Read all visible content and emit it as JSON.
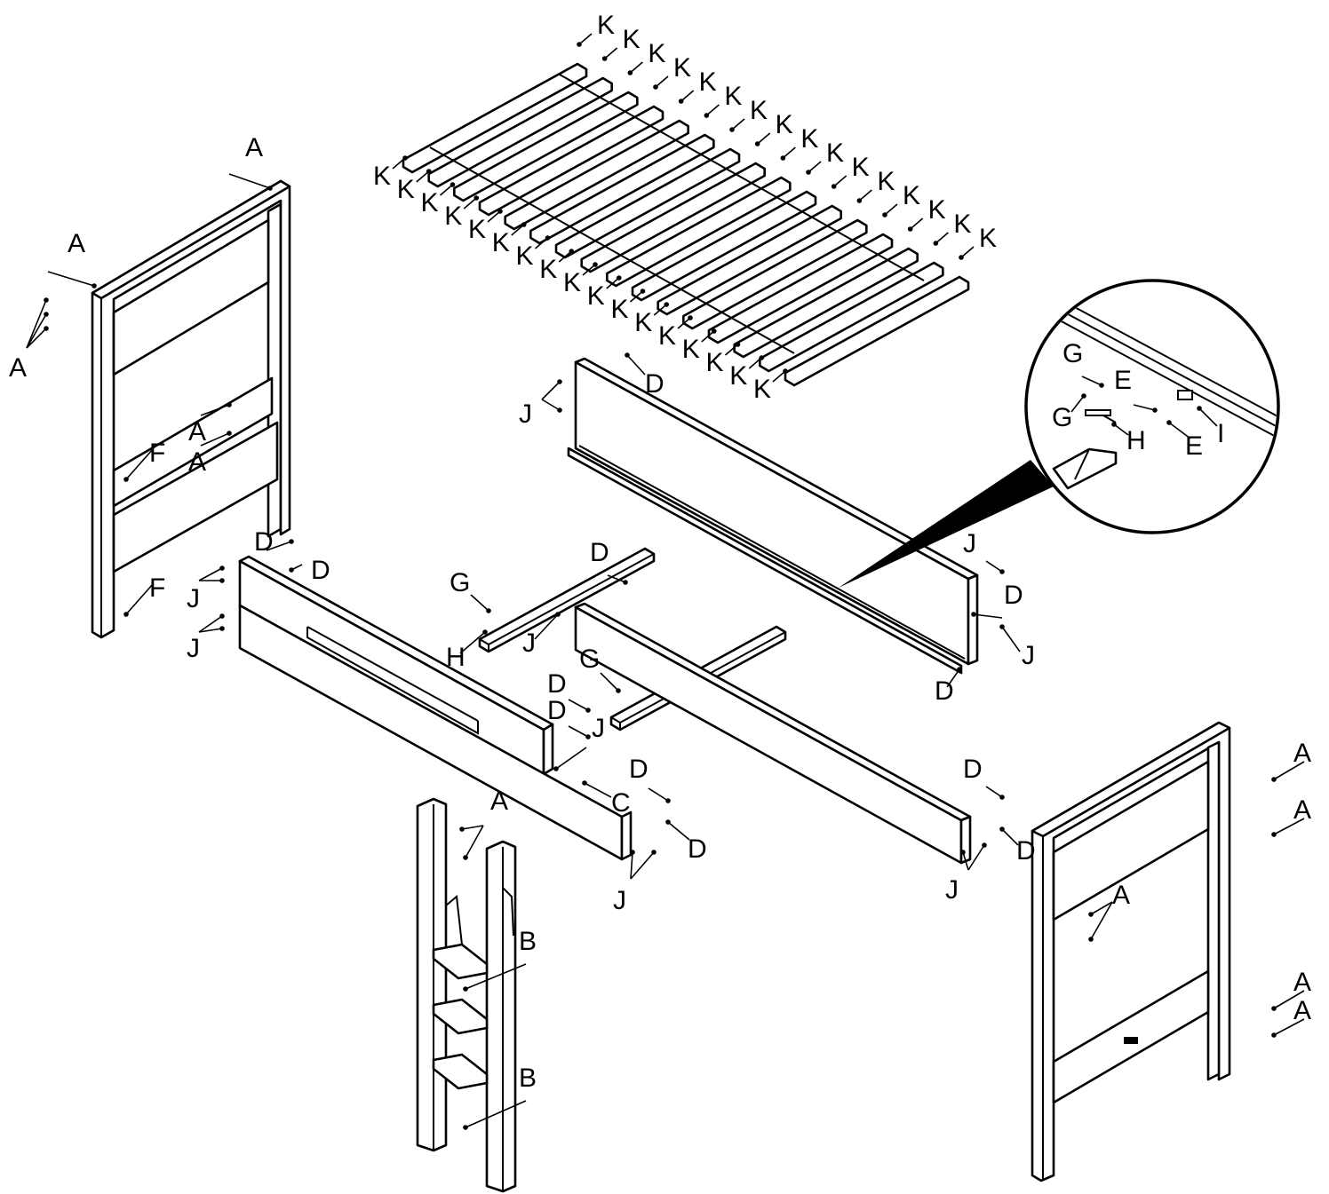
{
  "diagram": {
    "parts": {
      "left_end_frame": {
        "labels": [
          "A",
          "A",
          "A",
          "A",
          "A",
          "F",
          "F"
        ]
      },
      "right_end_frame": {
        "labels": [
          "A",
          "A",
          "A",
          "A",
          "A"
        ]
      },
      "slat_base": {
        "labels": [
          "K",
          "K",
          "K",
          "K",
          "K",
          "K",
          "K",
          "K",
          "K",
          "K",
          "K",
          "K",
          "K",
          "K",
          "K",
          "K",
          "K",
          "K",
          "K",
          "K",
          "K",
          "K",
          "K",
          "K",
          "K",
          "K",
          "K",
          "K",
          "K",
          "K",
          "K",
          "K",
          "K"
        ]
      },
      "rear_rail": {
        "labels": [
          "D",
          "J",
          "J",
          "D",
          "J",
          "D",
          "J"
        ]
      },
      "front_rail": {
        "labels": [
          "D",
          "D",
          "J",
          "J",
          "D",
          "D",
          "J",
          "D",
          "C",
          "D",
          "J"
        ]
      },
      "lower_rail": {
        "labels": [
          "D",
          "D",
          "J"
        ]
      },
      "support_bars": {
        "labels": [
          "D",
          "G",
          "H",
          "J",
          "G"
        ]
      },
      "ladder": {
        "labels": [
          "A",
          "B",
          "B"
        ]
      }
    },
    "detail_callout": {
      "labels": [
        "G",
        "E",
        "G",
        "H",
        "E",
        "I"
      ]
    }
  }
}
